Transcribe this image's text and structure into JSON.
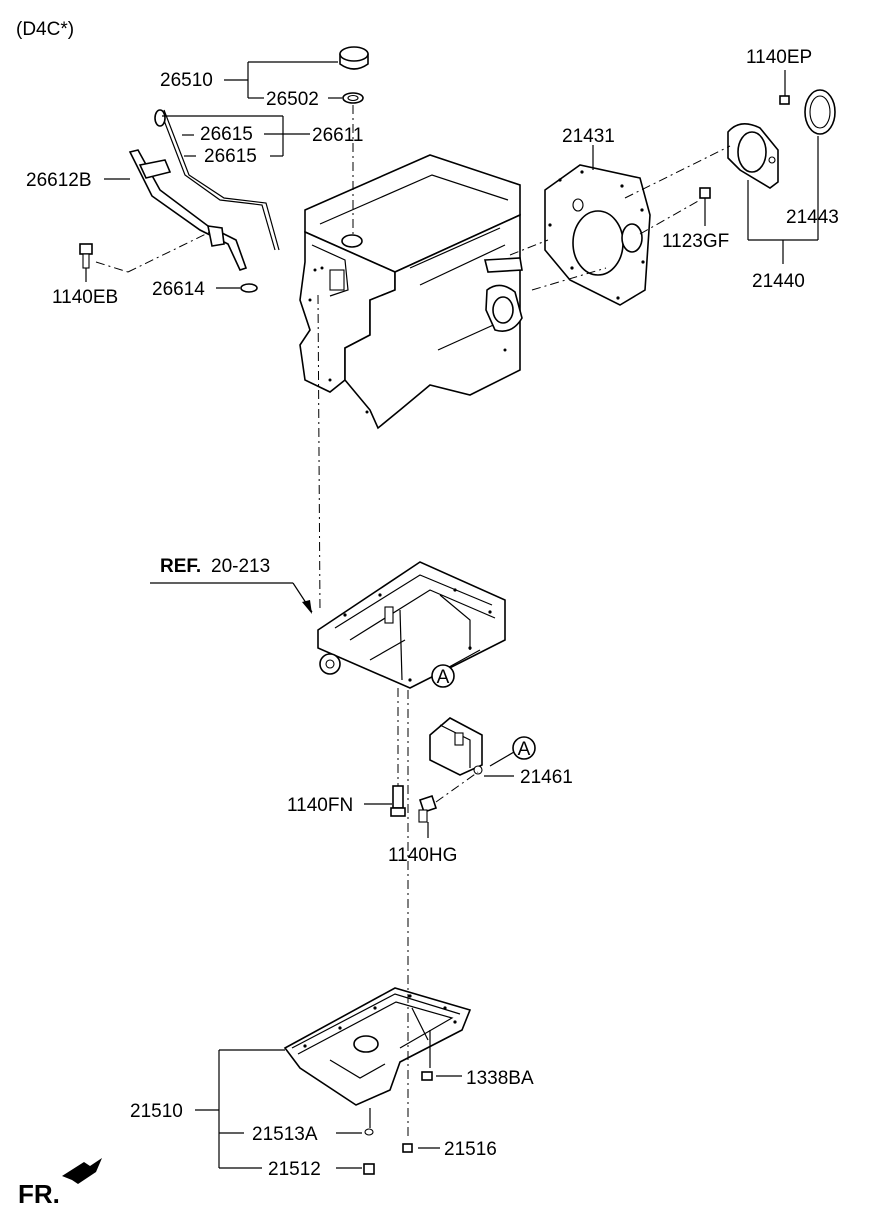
{
  "variant": "(D4C*)",
  "parts": {
    "p26510": "26510",
    "p26502": "26502",
    "p26615a": "26615",
    "p26615b": "26615",
    "p26611": "26611",
    "p26612B": "26612B",
    "p1140EB": "1140EB",
    "p26614": "26614",
    "p21431": "21431",
    "p1140EP": "1140EP",
    "p21443": "21443",
    "p1123GF": "1123GF",
    "p21440": "21440",
    "p21461": "21461",
    "p1140FN": "1140FN",
    "p1140HG": "1140HG",
    "p1338BA": "1338BA",
    "p21510": "21510",
    "p21513A": "21513A",
    "p21516": "21516",
    "p21512": "21512"
  },
  "ref": {
    "prefix": "REF.",
    "number": "20-213"
  },
  "marker_a1": "A",
  "marker_a2": "A",
  "front_label": "FR."
}
